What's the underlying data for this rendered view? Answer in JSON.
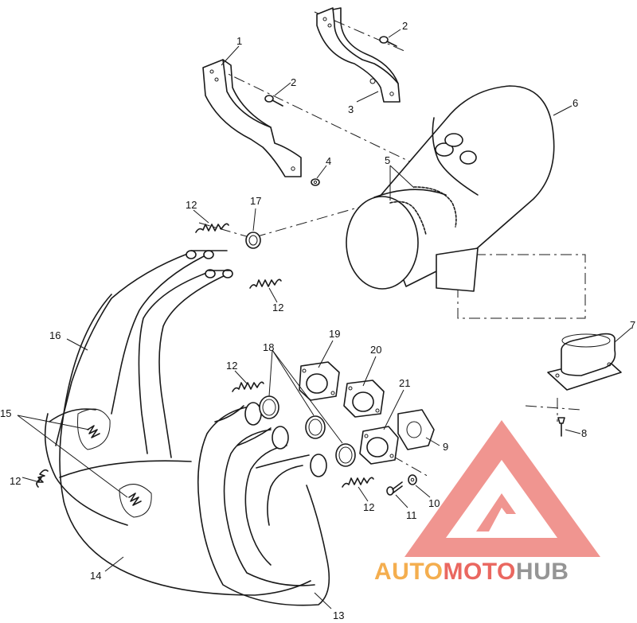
{
  "diagram": {
    "callouts": [
      {
        "id": "c1",
        "text": "1"
      },
      {
        "id": "c2a",
        "text": "2"
      },
      {
        "id": "c2b",
        "text": "2"
      },
      {
        "id": "c3",
        "text": "3"
      },
      {
        "id": "c4",
        "text": "4"
      },
      {
        "id": "c5",
        "text": "5"
      },
      {
        "id": "c6",
        "text": "6"
      },
      {
        "id": "c7",
        "text": "7"
      },
      {
        "id": "c8",
        "text": "8"
      },
      {
        "id": "c9",
        "text": "9"
      },
      {
        "id": "c10",
        "text": "10"
      },
      {
        "id": "c11",
        "text": "11"
      },
      {
        "id": "c12a",
        "text": "12"
      },
      {
        "id": "c12b",
        "text": "12"
      },
      {
        "id": "c12c",
        "text": "12"
      },
      {
        "id": "c12d",
        "text": "12"
      },
      {
        "id": "c12e",
        "text": "12"
      },
      {
        "id": "c13",
        "text": "13"
      },
      {
        "id": "c14",
        "text": "14"
      },
      {
        "id": "c15",
        "text": "15"
      },
      {
        "id": "c16",
        "text": "16"
      },
      {
        "id": "c17",
        "text": "17"
      },
      {
        "id": "c18",
        "text": "18"
      },
      {
        "id": "c19",
        "text": "19"
      },
      {
        "id": "c20",
        "text": "20"
      },
      {
        "id": "c21",
        "text": "21"
      }
    ]
  },
  "watermark": {
    "brand_part1": "AUTO",
    "brand_part2": "MOTO",
    "brand_part3": "HUB",
    "color_red": "#e8574f",
    "color_orange": "#f3a63c",
    "color_gray": "#8a8a8a",
    "triangle_color": "#ef8a84"
  }
}
